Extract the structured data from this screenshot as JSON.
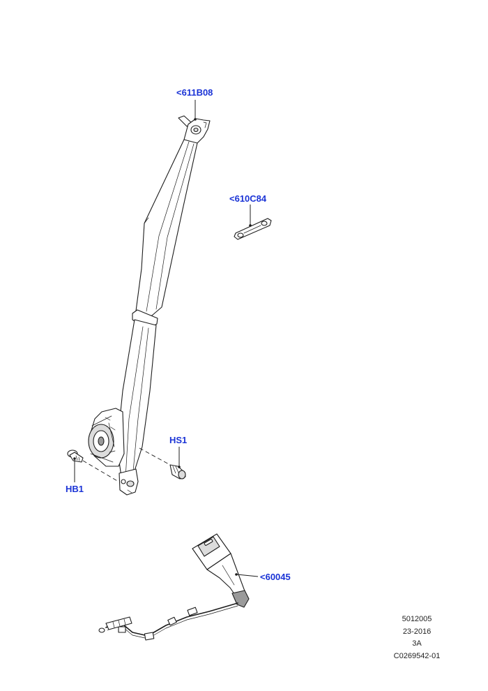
{
  "callouts": {
    "belt_upper": "<611B08",
    "bracket": "<610C84",
    "screw_hs1": "HS1",
    "bolt_hb1": "HB1",
    "buckle": "<60045"
  },
  "code_block": {
    "line1": "5012005",
    "line2": "23-2016",
    "line3": "3A",
    "line4": "C0269542-01"
  },
  "colors": {
    "callout": "#1a33d6",
    "line": "#1c1c1c"
  }
}
